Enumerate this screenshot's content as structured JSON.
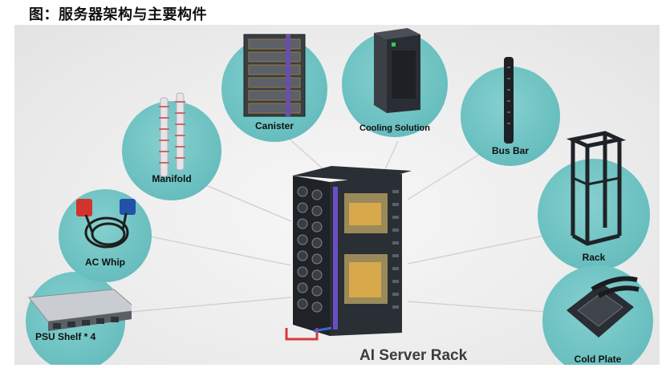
{
  "header": {
    "title": "图：服务器架构与主要构件"
  },
  "diagram": {
    "center": {
      "label": "AI Server Rack"
    },
    "components": [
      {
        "id": "psu-shelf",
        "label": "PSU Shelf * 4"
      },
      {
        "id": "ac-whip",
        "label": "AC Whip"
      },
      {
        "id": "manifold",
        "label": "Manifold"
      },
      {
        "id": "canister",
        "label": "Canister"
      },
      {
        "id": "cooling-solution",
        "label": "Cooling Solution"
      },
      {
        "id": "bus-bar",
        "label": "Bus Bar"
      },
      {
        "id": "rack",
        "label": "Rack"
      },
      {
        "id": "cold-plate",
        "label": "Cold Plate"
      }
    ],
    "colors": {
      "node_fill": "#6ec2c2",
      "line": "#cfcfcf",
      "title": "#111111",
      "center_label": "#3c3c3c"
    }
  }
}
